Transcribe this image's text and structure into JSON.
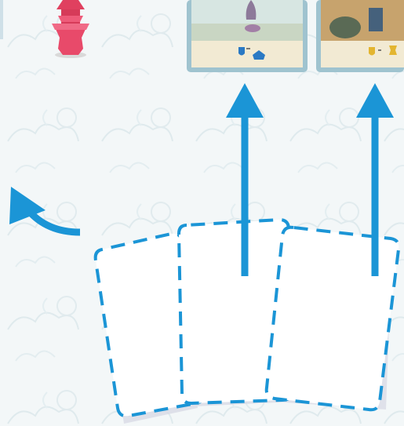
{
  "scene": {
    "description_free": true,
    "pagoda_color": "#e84a6a",
    "arrow_color": "#1b95d6",
    "slot_border_color": "#1b95d6",
    "slot_shadow_color": "#c9ccd8",
    "background_color": "#f3f7f8",
    "top_cards": [
      {
        "name": "character-card-left",
        "icons": [
          "shield-icon",
          "arrow-right-icon",
          "pagoda-roof-icon"
        ]
      },
      {
        "name": "character-card-right",
        "icons": [
          "shield-icon",
          "arrow-right-icon",
          "lantern-icon"
        ]
      }
    ],
    "card_slots": 3
  }
}
